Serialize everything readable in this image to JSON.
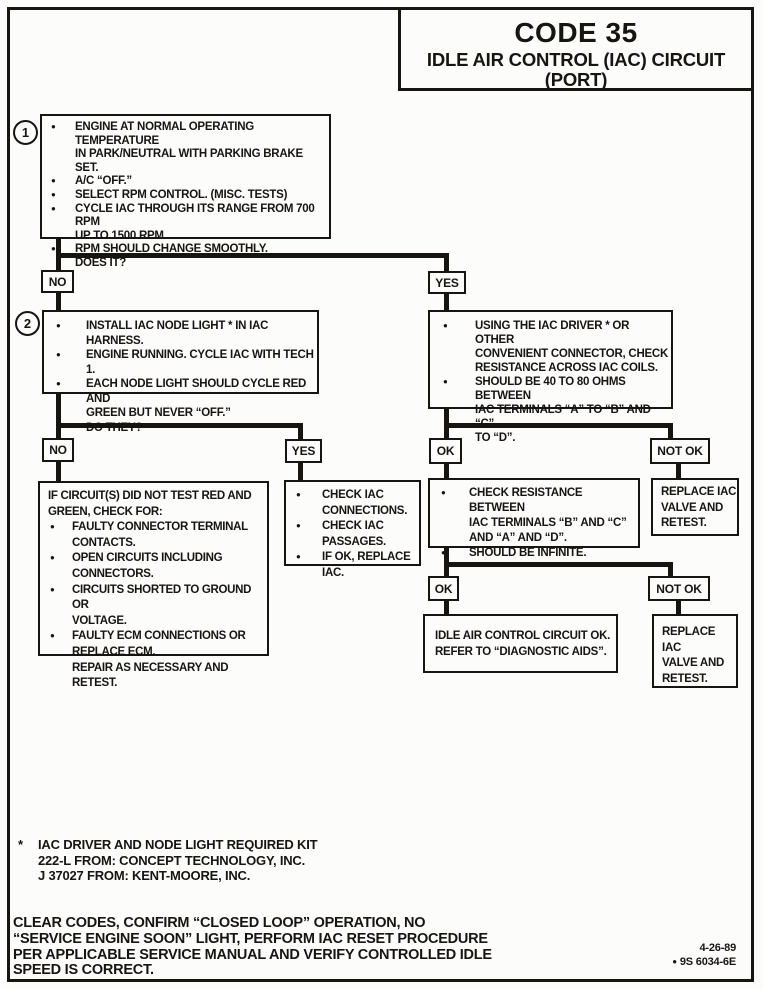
{
  "page": {
    "header": {
      "code": "CODE 35",
      "title": "IDLE AIR CONTROL (IAC) CIRCUIT",
      "subtitle": "(PORT)"
    },
    "footnote": {
      "marker": "*",
      "text": "IAC DRIVER AND NODE LIGHT REQUIRED KIT\n222-L FROM:  CONCEPT TECHNOLOGY, INC.\nJ 37027 FROM:  KENT-MOORE, INC."
    },
    "footer": {
      "text": "CLEAR CODES, CONFIRM “CLOSED LOOP” OPERATION, NO\n“SERVICE ENGINE SOON” LIGHT, PERFORM IAC RESET PROCEDURE\nPER APPLICABLE SERVICE MANUAL AND VERIFY CONTROLLED IDLE\nSPEED IS CORRECT."
    },
    "corner": {
      "date": "4-26-89",
      "doc_code": "9S 6034-6E"
    }
  },
  "flow": {
    "labels": {
      "no1": "NO",
      "yes1": "YES",
      "no2": "NO",
      "yes2": "YES",
      "ok1": "OK",
      "notok1": "NOT OK",
      "ok2": "OK",
      "notok2": "NOT OK"
    },
    "step1": {
      "number": "1",
      "bullets": [
        "ENGINE AT NORMAL OPERATING TEMPERATURE\nIN PARK/NEUTRAL WITH PARKING BRAKE SET.",
        "A/C “OFF.”",
        "SELECT RPM CONTROL.  (MISC. TESTS)",
        "CYCLE IAC THROUGH ITS RANGE FROM 700 RPM\nUP TO 1500 RPM.",
        "RPM SHOULD CHANGE SMOOTHLY.\nDOES IT?"
      ]
    },
    "step2": {
      "number": "2",
      "bullets": [
        "INSTALL IAC NODE LIGHT * IN IAC HARNESS.",
        "ENGINE RUNNING.  CYCLE IAC WITH TECH 1.",
        "EACH NODE LIGHT SHOULD CYCLE RED AND\nGREEN BUT NEVER “OFF.”\nDO THEY?"
      ]
    },
    "coil_check": {
      "bullets": [
        "USING THE IAC DRIVER * OR OTHER\nCONVENIENT CONNECTOR, CHECK\nRESISTANCE ACROSS IAC COILS.",
        "SHOULD BE 40 TO 80 OHMS BETWEEN\nIAC TERMINALS “A” TO “B” AND “C”\nTO “D”."
      ]
    },
    "circuit_fault": {
      "intro": "IF CIRCUIT(S) DID NOT TEST RED AND\nGREEN, CHECK FOR:",
      "bullets": [
        "FAULTY CONNECTOR TERMINAL\nCONTACTS.",
        "OPEN CIRCUITS INCLUDING\nCONNECTORS.",
        "CIRCUITS SHORTED TO GROUND OR\nVOLTAGE.",
        "FAULTY ECM CONNECTIONS OR\nREPLACE ECM.\nREPAIR AS NECESSARY AND RETEST."
      ]
    },
    "iac_check": {
      "bullets": [
        "CHECK IAC\nCONNECTIONS.",
        "CHECK IAC\nPASSAGES.",
        "IF OK, REPLACE IAC."
      ]
    },
    "resistance_check": {
      "bullets": [
        "CHECK RESISTANCE BETWEEN\nIAC TERMINALS “B” AND “C”\nAND “A” AND “D”.",
        "SHOULD BE INFINITE."
      ]
    },
    "replace_iac_1": {
      "text": "REPLACE IAC\nVALVE AND\nRETEST."
    },
    "circuit_ok": {
      "text": "IDLE AIR CONTROL CIRCUIT OK.\nREFER TO “DIAGNOSTIC AIDS”."
    },
    "replace_iac_2": {
      "text": "REPLACE IAC\nVALVE AND\nRETEST."
    }
  }
}
